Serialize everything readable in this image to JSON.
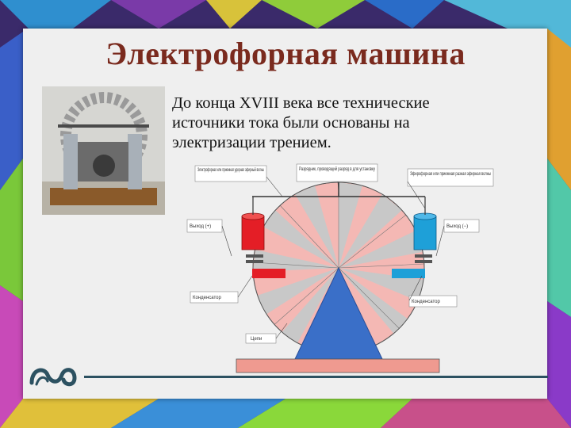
{
  "slide": {
    "title": "Электрофорная машина",
    "body_text": "До конца XVIII века все технические источники тока были основаны на электризации трением."
  },
  "diagram": {
    "labels": {
      "top_left": "Электрофорная или приемная удерная эфирный волны",
      "top_center": "Разрядник, проводящий разряд в для установку",
      "top_right": "Эфирофорная или приемная разная эфирная волны",
      "left_output": "Выход (+)",
      "right_output": "Выход (−)",
      "left_condenser": "Конденсатор",
      "right_condenser": "Конденсатор",
      "chain": "Цепи"
    }
  },
  "colors": {
    "title": "#7a2a1e",
    "rule": "#2c5161",
    "left_jar": "#e41e26",
    "right_jar": "#1ea0d8",
    "stand": "#3a6fc8",
    "base": "#ef9a90",
    "disk_light": "#f4b8b4",
    "disk_gray": "#c8c8c8"
  }
}
